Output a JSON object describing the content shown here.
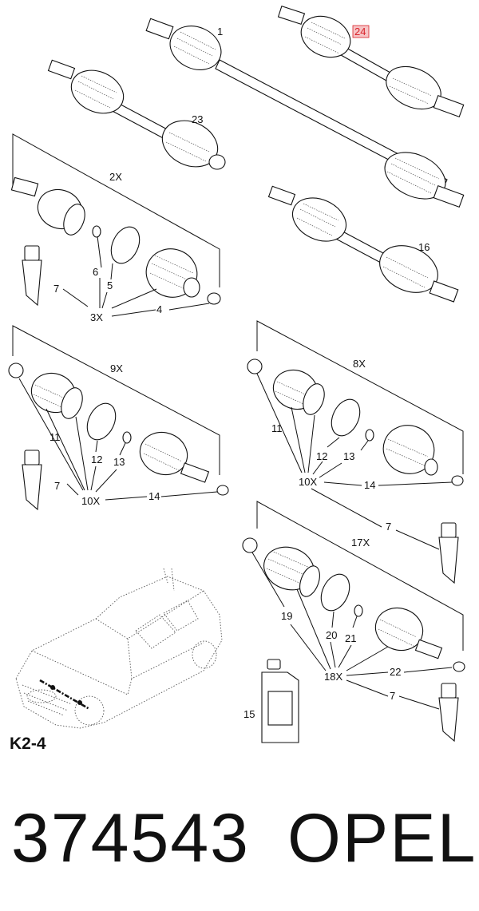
{
  "page_code": "K2-4",
  "footer": {
    "part_number": "374543",
    "brand": "OPEL"
  },
  "callouts": {
    "c1": "1",
    "c24": "24",
    "c23": "23",
    "c16": "16",
    "g2x": "2X",
    "c6": "6",
    "c5": "5",
    "c7a": "7",
    "c3x": "3X",
    "c4": "4",
    "g9x": "9X",
    "c11a": "11",
    "c12a": "12",
    "c13a": "13",
    "c7b": "7",
    "c10x_a": "10X",
    "c14a": "14",
    "g8x": "8X",
    "c11b": "11",
    "c12b": "12",
    "c13b": "13",
    "c10x_b": "10X",
    "c14b": "14",
    "c7c": "7",
    "g17x": "17X",
    "c19": "19",
    "c20": "20",
    "c21": "21",
    "c18x": "18X",
    "c22": "22",
    "c7d": "7",
    "c15": "15"
  },
  "colors": {
    "line": "#111111",
    "highlight": "#d9232a",
    "background": "#ffffff"
  }
}
